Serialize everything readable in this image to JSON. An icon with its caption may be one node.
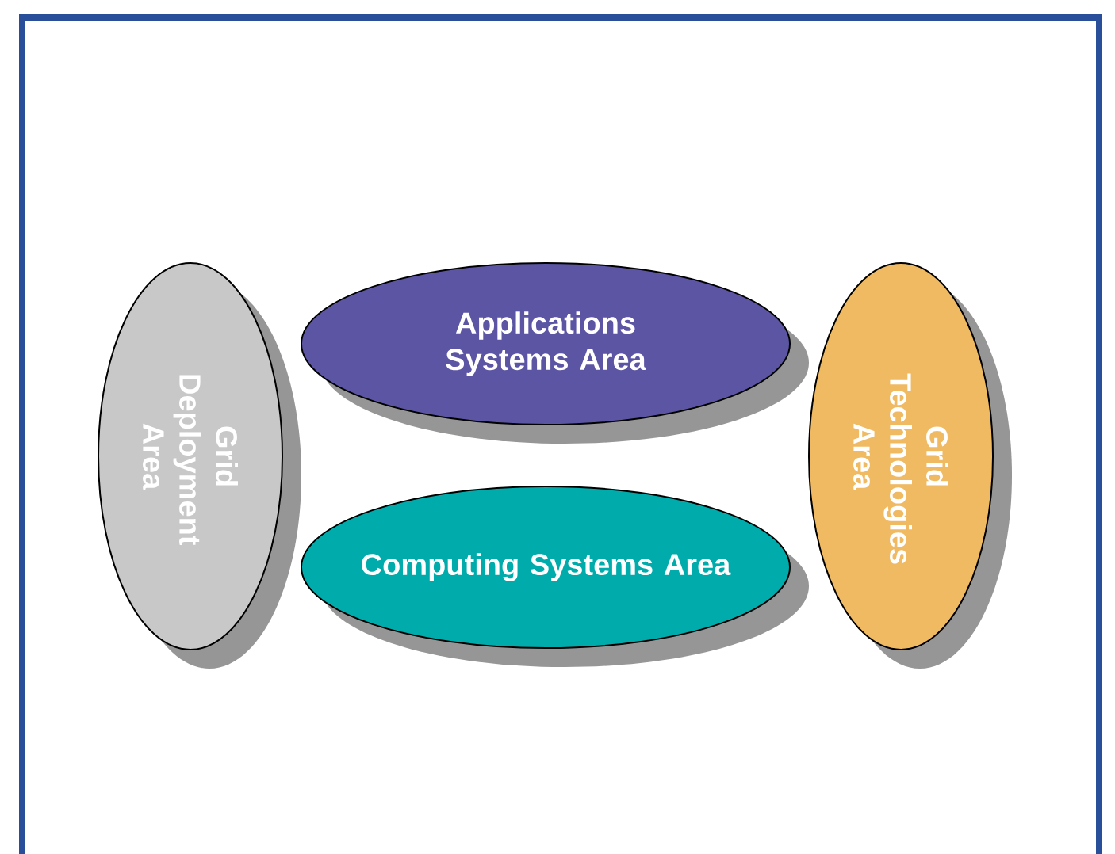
{
  "diagram": {
    "nodes": [
      {
        "text": [
          "Grid Deployment Area"
        ]
      },
      {
        "text": [
          "Applications Systems Area"
        ]
      },
      {
        "text": [
          "Computing Systems Area"
        ]
      },
      {
        "text": [
          "Grid Technologies Area"
        ]
      }
    ]
  }
}
